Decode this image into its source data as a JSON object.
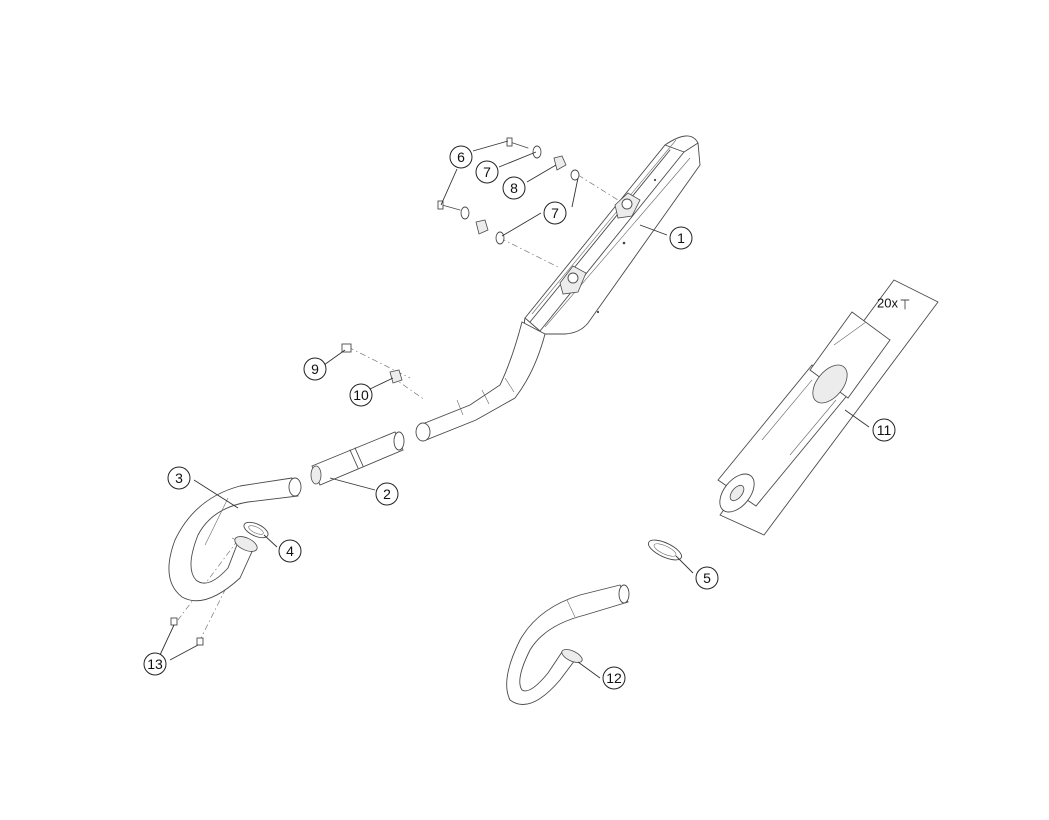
{
  "callouts": {
    "c1": "1",
    "c2": "2",
    "c3": "3",
    "c4": "4",
    "c5": "5",
    "c6": "6",
    "c7a": "7",
    "c7b": "7",
    "c8": "8",
    "c9": "9",
    "c10": "10",
    "c11": "11",
    "c12": "12",
    "c13": "13"
  },
  "kit_quantity": "20x",
  "colors": {
    "line": "#4a4a4a",
    "callout_stroke": "#222222",
    "background": "#ffffff"
  }
}
